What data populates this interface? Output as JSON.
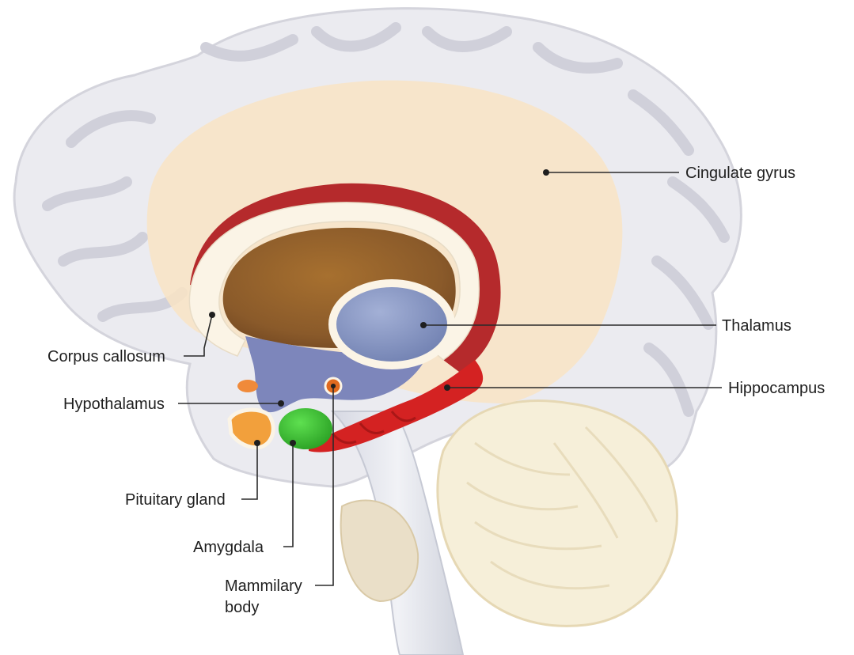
{
  "labels": {
    "cingulate_gyrus": "Cingulate gyrus",
    "thalamus": "Thalamus",
    "corpus_callosum": "Corpus callosum",
    "hippocampus": "Hippocampus",
    "hypothalamus": "Hypothalamus",
    "pituitary_gland": "Pituitary gland",
    "amygdala": "Amygdala",
    "mammilary_body_line1": "Mammilary",
    "mammilary_body_line2": "body"
  },
  "colors": {
    "cortex": "#ebebf0",
    "cortex_outline": "#d6d6de",
    "gyrus_groove": "#cfcfd8",
    "cingulate": "#f9e4c4",
    "corpus_callosum": "#fbf4e6",
    "fornix_red": "#b52a2c",
    "ventricle_brown": "#8a5a2a",
    "thalamus_blue": "#8190bd",
    "hypothalamus_blue": "#7d86bb",
    "hippocampus_red": "#d42222",
    "amygdala_green": "#38bf2f",
    "pituitary_orange": "#f2a03c",
    "mammilary_orange": "#e06a1e",
    "brainstem": "#e2e4ec",
    "cerebellum": "#f6efd9",
    "leader_line": "#2a2a2a"
  }
}
